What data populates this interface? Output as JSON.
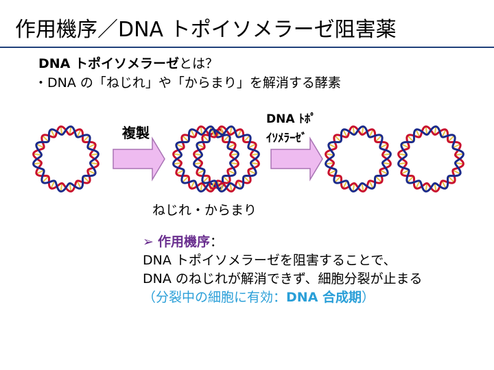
{
  "title": "作用機序／DNA トポイソメラーゼ阻害薬",
  "intro": {
    "prefix": "DNA ",
    "term": "トポイソメラーゼ",
    "suffix": "とは？",
    "definition": "・DNA の「ねじれ」や「からまり」を解消する酵素"
  },
  "diagram": {
    "step1_label": "複製",
    "step2_label_line1": "DNA ﾄﾎﾟ",
    "step2_label_line2": "ｲｿﾒﾗｰｾﾞ",
    "twist_label": "ねじれ・からまり"
  },
  "mechanism": {
    "marker": "➢",
    "heading": "作用機序",
    "colon": "：",
    "line1": "DNA トポイソメラーゼを阻害することで、",
    "line2": "DNA のねじれが解消できず、細胞分裂が止まる",
    "note_prefix": "（分裂中の細胞に有効：",
    "note_bold": "DNA 合成期",
    "note_suffix": "）"
  },
  "colors": {
    "rule": "#1f3f7a",
    "strand_red": "#c8102e",
    "strand_blue": "#1b2a8a",
    "rung_yellow": "#e8c547",
    "arrow_fill": "#eebbf0",
    "arrow_stroke": "#a873b4",
    "heading_purple": "#6a2f8f",
    "note_blue": "#2a9fd8"
  }
}
